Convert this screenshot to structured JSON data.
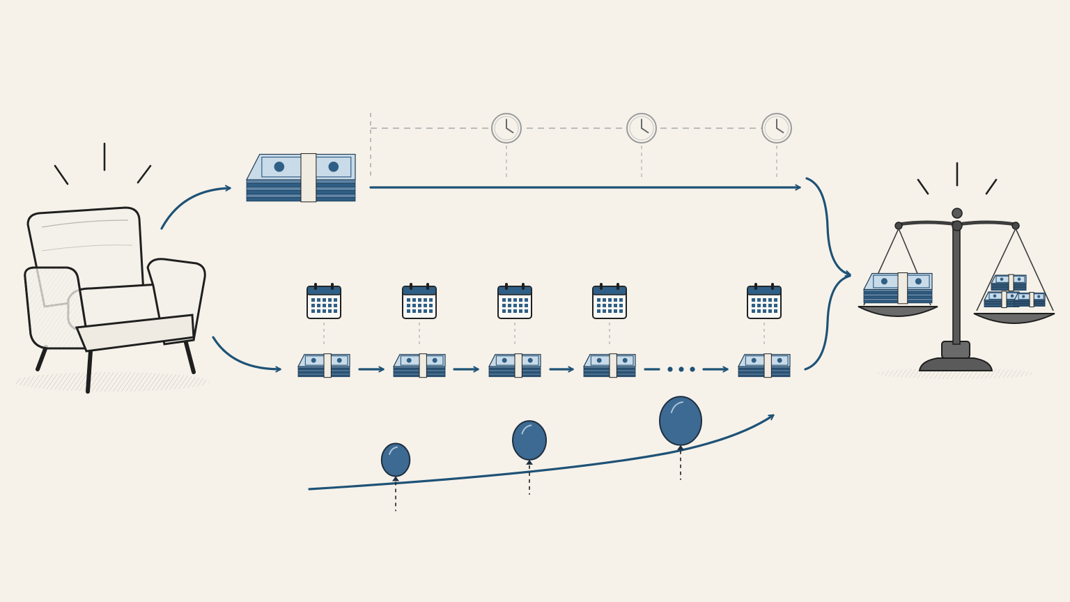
{
  "diagram": {
    "colors": {
      "background": "#f6f2ea",
      "accent": "#1e5276",
      "money": "#2f5f86",
      "money_light": "#c9dbe8",
      "band": "#f1ece1",
      "ink": "#1f1f1f",
      "gray": "#9a9a9a",
      "scale_metal": "#4a4a4a"
    },
    "nodes": {
      "armchair": {
        "icon": "armchair-icon",
        "emphasis": "sparkle-lines"
      },
      "lump_sum": {
        "icon": "money-stack-icon",
        "count": 1
      },
      "payment_stream": {
        "icon": "money-stack-icon",
        "calendar_icon": "calendar-icon",
        "count": 5,
        "ellipsis": true
      },
      "time_markers": {
        "icon": "clock-icon",
        "count": 3
      },
      "growth": {
        "icon": "balloon-icon",
        "count": 3,
        "growth_levels": [
          0.35,
          0.6,
          1.0
        ]
      },
      "comparison": {
        "icon": "balance-scale-icon",
        "left_pan": "single-bundle",
        "right_pan": "multiple-bundles",
        "emphasis": "sparkle-lines"
      }
    },
    "flows": [
      {
        "from": "armchair",
        "to": "lump_sum",
        "style": "curved-arrow"
      },
      {
        "from": "lump_sum",
        "to": "comparison",
        "style": "straight-arrow-then-curve"
      },
      {
        "from": "armchair",
        "to": "payment_stream",
        "style": "curved-arrow"
      },
      {
        "from": "payment_stream",
        "to": "comparison",
        "style": "curved-arrow"
      },
      {
        "from": "growth",
        "to": "payment_stream",
        "style": "rising-arrow"
      }
    ]
  }
}
